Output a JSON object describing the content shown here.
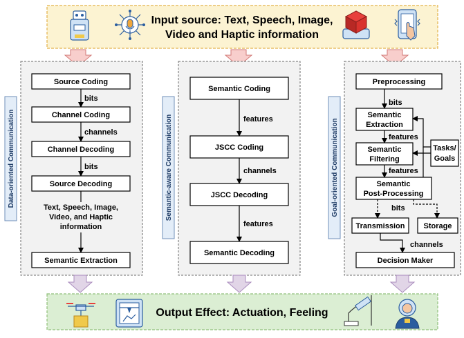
{
  "input_banner": {
    "line1": "Input source: Text, Speech, Image,",
    "line2": "Video and Haptic information"
  },
  "output_banner": {
    "text": "Output Effect: Actuation, Feeling"
  },
  "columns": {
    "data": {
      "side_label": "Data-oriented Communication",
      "source_coding": "Source Coding",
      "bits_1": "bits",
      "channel_coding": "Channel Coding",
      "channels": "channels",
      "channel_decoding": "Channel Decoding",
      "bits_2": "bits",
      "source_decoding": "Source Decoding",
      "info_line1": "Text, Speech, Image,",
      "info_line2": "Video, and Haptic",
      "info_line3": "information",
      "semantic_extraction": "Semantic Extraction"
    },
    "semantic": {
      "side_label": "Semantic-aware Communication",
      "semantic_coding": "Semantic Coding",
      "features_1": "features",
      "jscc_coding": "JSCC Coding",
      "channels": "channels",
      "jscc_decoding": "JSCC Decoding",
      "features_2": "features",
      "semantic_decoding": "Semantic Decoding"
    },
    "goal": {
      "side_label": "Goal-oriented Communication",
      "preprocessing": "Preprocessing",
      "bits_1": "bits",
      "extraction_line1": "Semantic",
      "extraction_line2": "Extraction",
      "features_1": "features",
      "filtering_line1": "Semantic",
      "filtering_line2": "Filtering",
      "features_2": "features",
      "tasks_line1": "Tasks/",
      "tasks_line2": "Goals",
      "post_line1": "Semantic",
      "post_line2": "Post-Processing",
      "bits_2": "bits",
      "transmission": "Transmission",
      "storage": "Storage",
      "channels": "channels",
      "decision_maker": "Decision Maker"
    }
  },
  "colors": {
    "input_banner_fill": "#fcf3d2",
    "input_banner_border": "#e3b24a",
    "output_banner_fill": "#dbeed3",
    "output_banner_border": "#8fc07a",
    "down_arrow_red_fill": "#f8cecc",
    "down_arrow_red_border": "#d27a77",
    "down_arrow_purple_fill": "#e1d5e7",
    "down_arrow_purple_border": "#a98bbd",
    "panel_fill": "#f2f2f2"
  },
  "icons": {
    "input": [
      "robot-icon",
      "microphone-network-icon",
      "vr-cube-icon",
      "haptic-touch-phone-icon"
    ],
    "output": [
      "drone-icon",
      "3d-printer-icon",
      "robotic-arm-icon",
      "astronaut-user-icon"
    ]
  }
}
